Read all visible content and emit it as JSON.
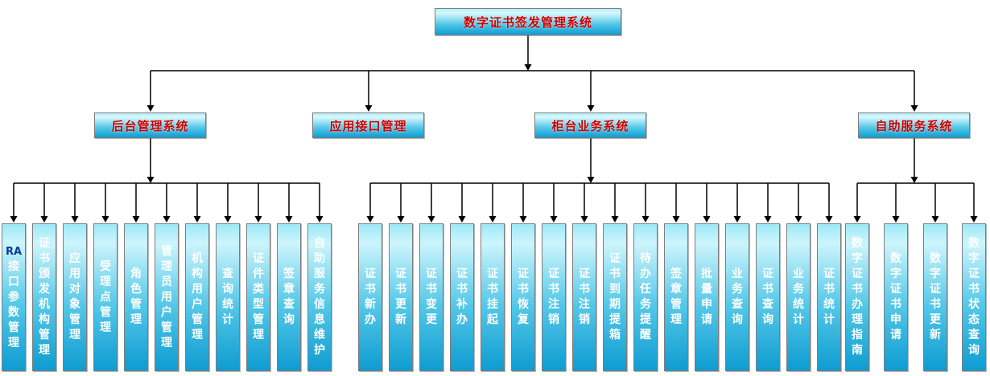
{
  "root": {
    "label": "数字证书签发管理系统"
  },
  "branches": [
    {
      "label": "后台管理系统",
      "children": [
        "RA接口参数管理",
        "证书颁发机构管理",
        "应用对象管理",
        "受理点管理",
        "角色管理",
        "管理员用户管理",
        "机构用户管理",
        "查询统计",
        "证件类型管理",
        "签章查询",
        "自助服务信息维护"
      ]
    },
    {
      "label": "应用接口管理",
      "children": []
    },
    {
      "label": "柜台业务系统",
      "children": [
        "证书新办",
        "证书更新",
        "证书变更",
        "证书补办",
        "证书挂起",
        "证书恢复",
        "证书注销",
        "证书注销",
        "证书到期提箱",
        "待办任务提醒",
        "签章管理",
        "批量申请",
        "业务查询",
        "证书查询",
        "业务统计",
        "证书统计"
      ]
    },
    {
      "label": "自助服务系统",
      "children": [
        "数字证书办理指南",
        "数字证书申请",
        "数字证书更新",
        "数字证书状态查询"
      ]
    }
  ],
  "colors": {
    "box_gradient_top": "#cdf5fc",
    "box_gradient_bottom": "#0e9cd1",
    "box_border": "#7e7e7e",
    "header_text": "#cc0000",
    "leaf_text": "#ffffff",
    "ra_text": "#0b3a99",
    "line": "#000000",
    "background": "#ffffff"
  }
}
